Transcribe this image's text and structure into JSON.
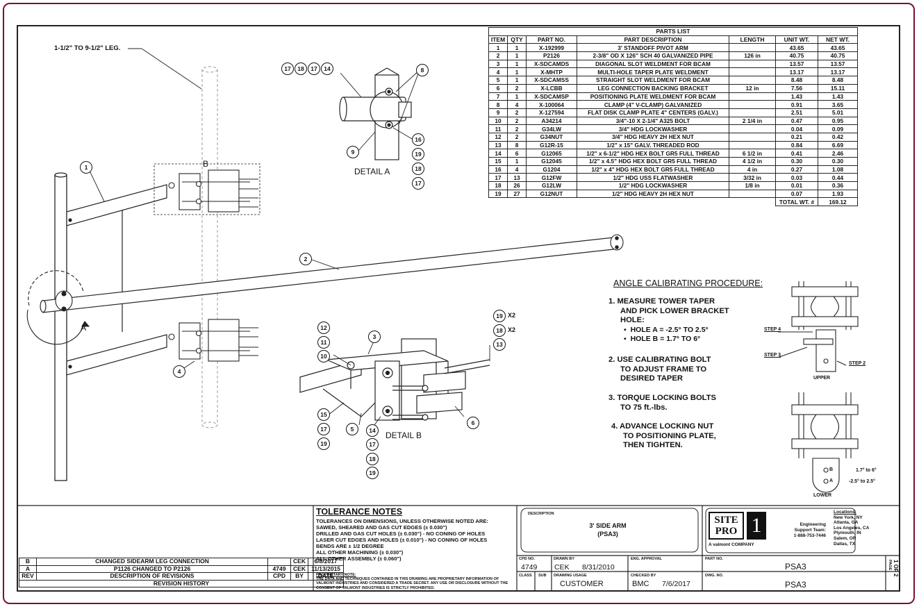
{
  "leg_note": "1-1/2\" TO 9-1/2\" LEG.",
  "detail_a_label": "DETAIL A",
  "detail_b_label": "DETAIL B",
  "hole_a_label": "A",
  "hole_b_label": "B",
  "parts_list": {
    "title": "PARTS LIST",
    "headers": [
      "ITEM",
      "QTY",
      "PART NO.",
      "PART DESCRIPTION",
      "LENGTH",
      "UNIT WT.",
      "NET WT."
    ],
    "rows": [
      [
        "1",
        "1",
        "X-192999",
        "3' STANDOFF PIVOT ARM",
        "",
        "43.65",
        "43.65"
      ],
      [
        "2",
        "1",
        "P2126",
        "2-3/8\" OD X 126\" SCH 40 GALVANIZED PIPE",
        "126 in",
        "40.75",
        "40.75"
      ],
      [
        "3",
        "1",
        "X-SDCAMDS",
        "DIAGONAL SLOT WELDMENT FOR BCAM",
        "",
        "13.57",
        "13.57"
      ],
      [
        "4",
        "1",
        "X-MHTP",
        "MULTI-HOLE TAPER PLATE WELDMENT",
        "",
        "13.17",
        "13.17"
      ],
      [
        "5",
        "1",
        "X-SDCAMSS",
        "STRAIGHT SLOT WELDMENT FOR BCAM",
        "",
        "8.48",
        "8.48"
      ],
      [
        "6",
        "2",
        "X-LCBB",
        "LEG CONNECTION BACKING BRACKET",
        "12 in",
        "7.56",
        "15.11"
      ],
      [
        "7",
        "1",
        "X-SDCAMSP",
        "POSITIONING PLATE WELDMENT FOR BCAM",
        "",
        "1.43",
        "1.43"
      ],
      [
        "8",
        "4",
        "X-100064",
        "CLAMP (4\" V-CLAMP) GALVANIZED",
        "",
        "0.91",
        "3.65"
      ],
      [
        "9",
        "2",
        "X-127594",
        "FLAT DISK CLAMP PLATE 4\" CENTERS (GALV.)",
        "",
        "2.51",
        "5.01"
      ],
      [
        "10",
        "2",
        "A34214",
        "3/4\"-10 X 2-1/4\" A325 BOLT",
        "2 1/4 in",
        "0.47",
        "0.95"
      ],
      [
        "11",
        "2",
        "G34LW",
        "3/4\" HDG LOCKWASHER",
        "",
        "0.04",
        "0.09"
      ],
      [
        "12",
        "2",
        "G34NUT",
        "3/4\" HDG HEAVY 2H HEX NUT",
        "",
        "0.21",
        "0.42"
      ],
      [
        "13",
        "8",
        "G12R-15",
        "1/2\" x 15\" GALV. THREADED ROD",
        "",
        "0.84",
        "6.69"
      ],
      [
        "14",
        "6",
        "G12065",
        "1/2\" x 6-1/2\" HDG HEX BOLT GR5 FULL THREAD",
        "6 1/2 in",
        "0.41",
        "2.46"
      ],
      [
        "15",
        "1",
        "G12045",
        "1/2\" x 4.5\" HDG HEX BOLT GR5 FULL THREAD",
        "4 1/2 in",
        "0.30",
        "0.30"
      ],
      [
        "16",
        "4",
        "G1204",
        "1/2\" x 4\" HDG HEX BOLT GR5 FULL THREAD",
        "4 in",
        "0.27",
        "1.08"
      ],
      [
        "17",
        "13",
        "G12FW",
        "1/2\" HDG USS FLATWASHER",
        "3/32 in",
        "0.03",
        "0.44"
      ],
      [
        "18",
        "26",
        "G12LW",
        "1/2\" HDG LOCKWASHER",
        "1/8 in",
        "0.01",
        "0.36"
      ],
      [
        "19",
        "27",
        "G12NUT",
        "1/2\" HDG HEAVY 2H HEX NUT",
        "",
        "0.07",
        "1.93"
      ]
    ],
    "total_label": "TOTAL WT. #",
    "total_value": "169.12"
  },
  "procedure": {
    "title": "ANGLE CALIBRATING PROCEDURE:",
    "step1_a": "1.  MEASURE TOWER TAPER",
    "step1_b": "AND PICK LOWER BRACKET",
    "step1_c": "HOLE:",
    "hole_a": "HOLE A = -2.5° TO 2.5°",
    "hole_b": "HOLE B = 1.7° TO 6°",
    "step2_a": "2.  USE CALIBRATING BOLT",
    "step2_b": "TO ADJUST FRAME TO",
    "step2_c": "DESIRED TAPER",
    "step3_a": "3.  TORQUE LOCKING BOLTS",
    "step3_b": "TO 75 ft.-lbs.",
    "step4_a": "4.  ADVANCE LOCKING NUT",
    "step4_b": "TO POSITIONING PLATE,",
    "step4_c": "THEN TIGHTEN."
  },
  "side_view": {
    "step4": "STEP 4",
    "step3": "STEP 3",
    "step2": "STEP 2",
    "upper": "UPPER",
    "lower": "LOWER",
    "hole_b_range": "1.7° to 6°",
    "hole_a_range": "-2.5° to 2.5°",
    "b": "B",
    "a": "A"
  },
  "tolerance": {
    "title": "TOLERANCE NOTES",
    "line1": "TOLERANCES ON DIMENSIONS, UNLESS OTHERWISE NOTED ARE:",
    "line2": "SAWED, SHEARED AND GAS CUT EDGES (± 0.030\")",
    "line3": "DRILLED AND GAS CUT HOLES (± 0.030\") - NO CONING OF HOLES",
    "line4": "LASER CUT EDGES AND HOLES (± 0.010\") - NO CONING OF HOLES",
    "line5": "BENDS ARE ± 1/2 DEGREE",
    "line6": "ALL OTHER MACHINING (± 0.030\")",
    "line7": "ALL OTHER ASSEMBLY (± 0.060\")",
    "prop_title": "PROPRIETARY NOTE:",
    "prop_text": "THE DATA AND TECHNIQUES CONTAINED IN THIS DRAWING ARE PROPRIETARY INFORMATION OF VALMONT INDUSTRIES AND CONSIDERED A TRADE SECRET.  ANY USE OR DISCLOSURE WITHOUT THE CONSENT OF VALMONT INDUSTRIES IS STRICTLY PROHIBITED."
  },
  "title_block": {
    "desc_label": "DESCRIPTION",
    "desc_line1": "3' SIDE ARM",
    "desc_line2": "(PSA3)",
    "cpd_label": "CPD NO.",
    "cpd_value": "4749",
    "drawn_label": "DRAWN BY",
    "drawn_value": "CEK",
    "drawn_date": "8/31/2010",
    "eng_label": "ENG. APPROVAL",
    "class_label": "CLASS",
    "sub_label": "SUB",
    "usage_label": "DRAWING USAGE",
    "usage_value": "CUSTOMER",
    "checked_label": "CHECKED BY",
    "checked_value": "BMC",
    "checked_date": "7/6/2017",
    "part_label": "PART NO.",
    "part_value": "PSA3",
    "dwg_label": "DWG. NO.",
    "dwg_value": "PSA3",
    "page_label": "PAGE",
    "page_value": "1 OF 2",
    "logo_line1": "SITE",
    "logo_line2": "PRO",
    "logo_num": "1",
    "valmont": "A valmont COMPANY",
    "eng1": "Engineering",
    "eng2": "Support Team:",
    "eng3": "1-888-753-7446",
    "loc_title": "Locations:",
    "loc1": "New York, NY",
    "loc2": "Atlanta, GA",
    "loc3": "Los Angeles, CA",
    "loc4": "Plymouth, IN",
    "loc5": "Salem, OR",
    "loc6": "Dallas, TX"
  },
  "revisions": {
    "rows": [
      [
        "B",
        "CHANGED SIDEARM LEG CONNECTION",
        "",
        "CEK",
        "6/8/2017"
      ],
      [
        "A",
        "P1126 CHANGED TO P2126",
        "4749",
        "CEK",
        "11/13/2015"
      ]
    ],
    "headers": [
      "REV",
      "DESCRIPTION OF REVISIONS",
      "CPD",
      "BY",
      "DATE"
    ],
    "footer": "REVISION HISTORY"
  }
}
